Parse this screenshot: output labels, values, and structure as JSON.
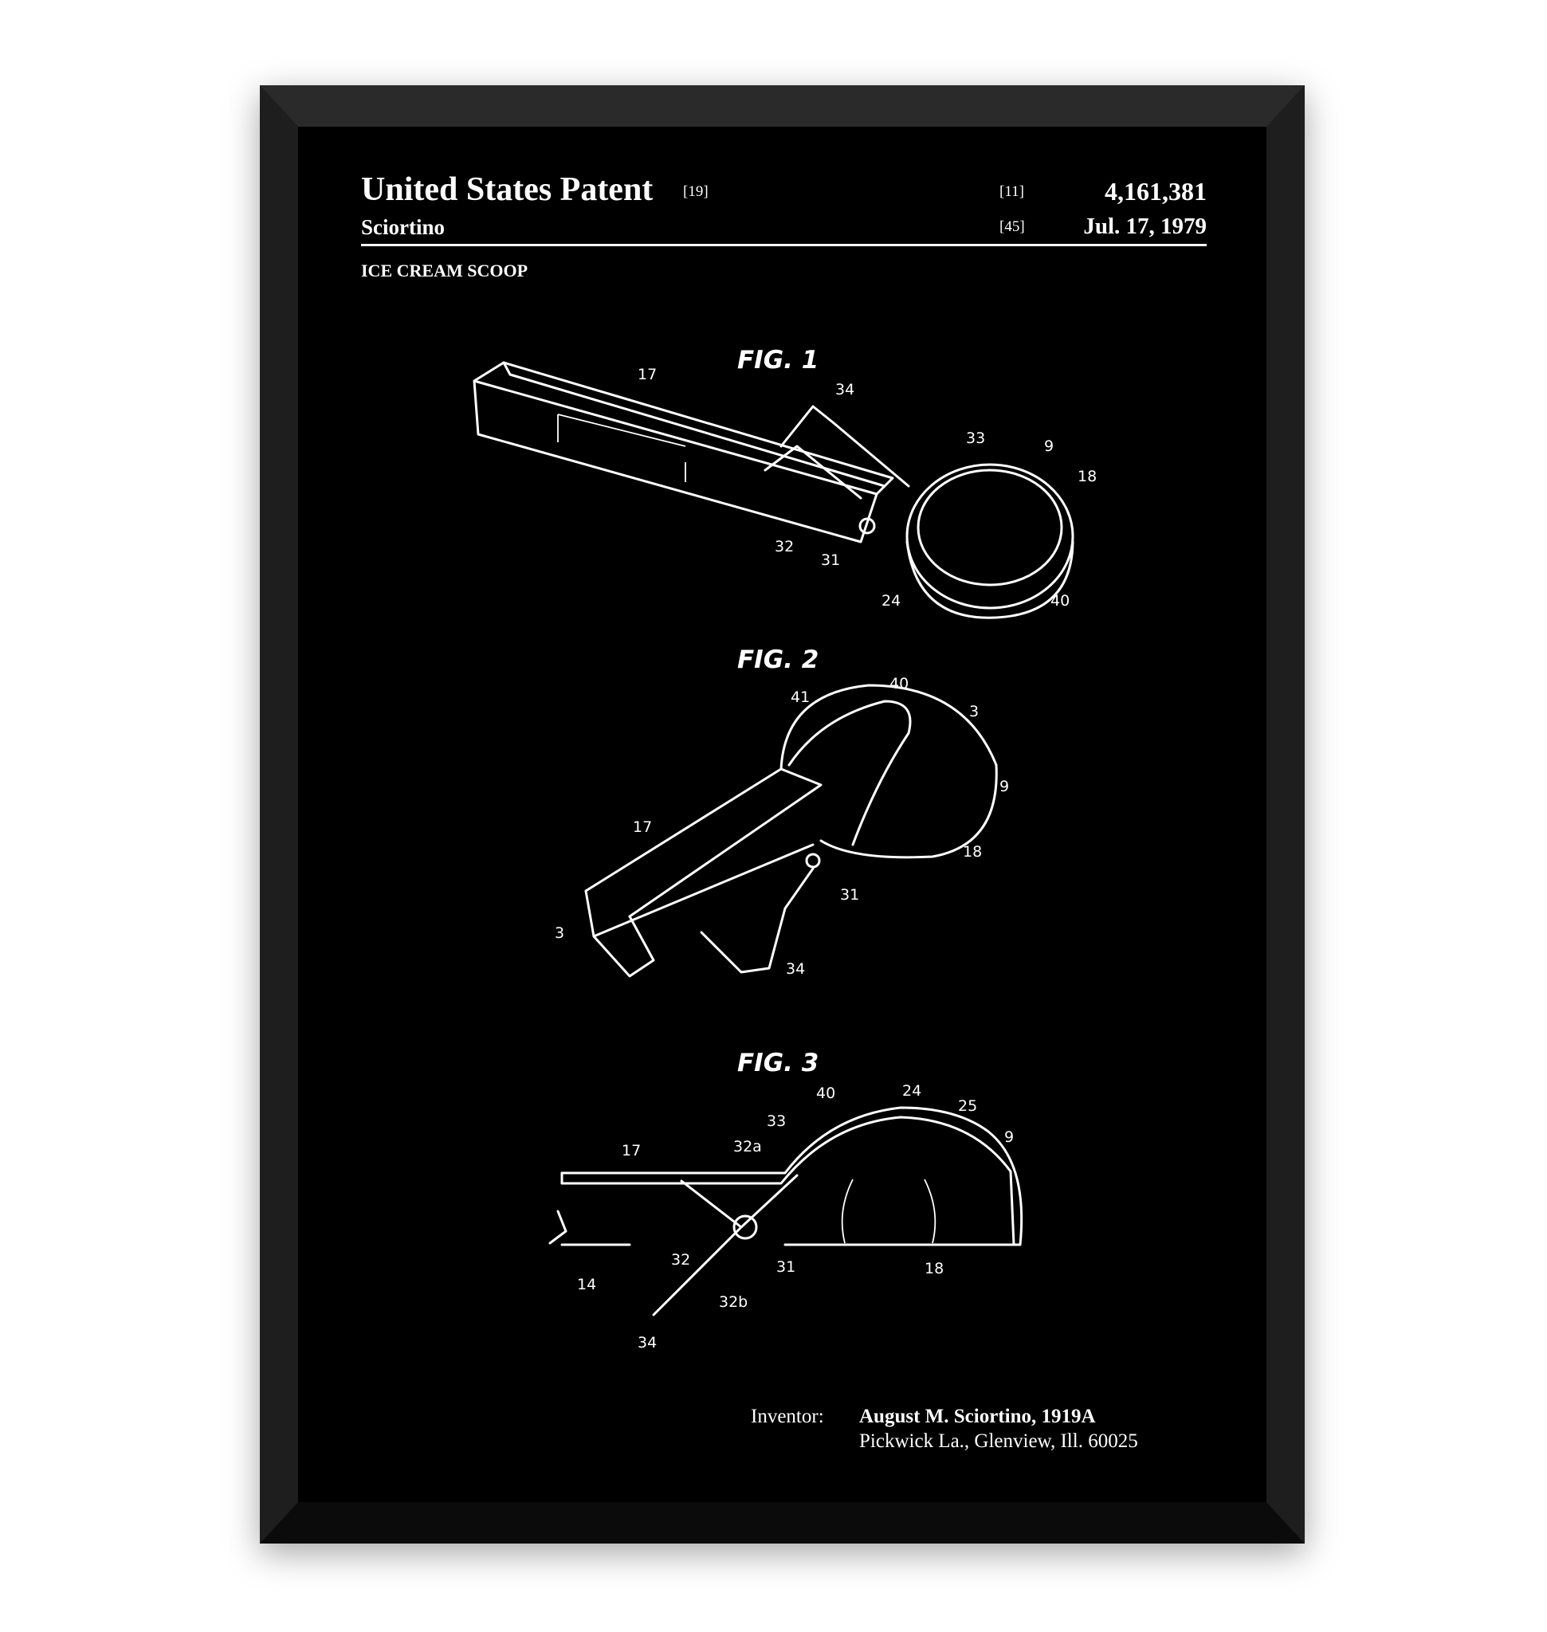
{
  "header": {
    "title": "United States Patent",
    "title_ref": "[19]",
    "inventor_surname": "Sciortino",
    "patent_no_ref": "[11]",
    "patent_no": "4,161,381",
    "date_ref": "[45]",
    "date": "Jul. 17, 1979",
    "invention_title": "ICE CREAM SCOOP"
  },
  "figures": [
    {
      "label": "FIG. 1",
      "numerals": [
        "17",
        "34",
        "33",
        "9",
        "18",
        "32",
        "31",
        "24",
        "40"
      ]
    },
    {
      "label": "FIG. 2",
      "numerals": [
        "41",
        "40",
        "3",
        "9",
        "17",
        "18",
        "31",
        "3",
        "34"
      ]
    },
    {
      "label": "FIG. 3",
      "numerals": [
        "40",
        "24",
        "25",
        "33",
        "9",
        "17",
        "32a",
        "32",
        "31",
        "18",
        "14",
        "32b",
        "34"
      ]
    }
  ],
  "footer": {
    "inventor_label": "Inventor:",
    "inventor_line1": "August M. Sciortino, 1919A",
    "inventor_line2": "Pickwick La., Glenview, Ill. 60025"
  },
  "colors": {
    "frame": "#151515",
    "poster": "#000000",
    "ink": "#ffffff",
    "wall": "#ffffff"
  }
}
